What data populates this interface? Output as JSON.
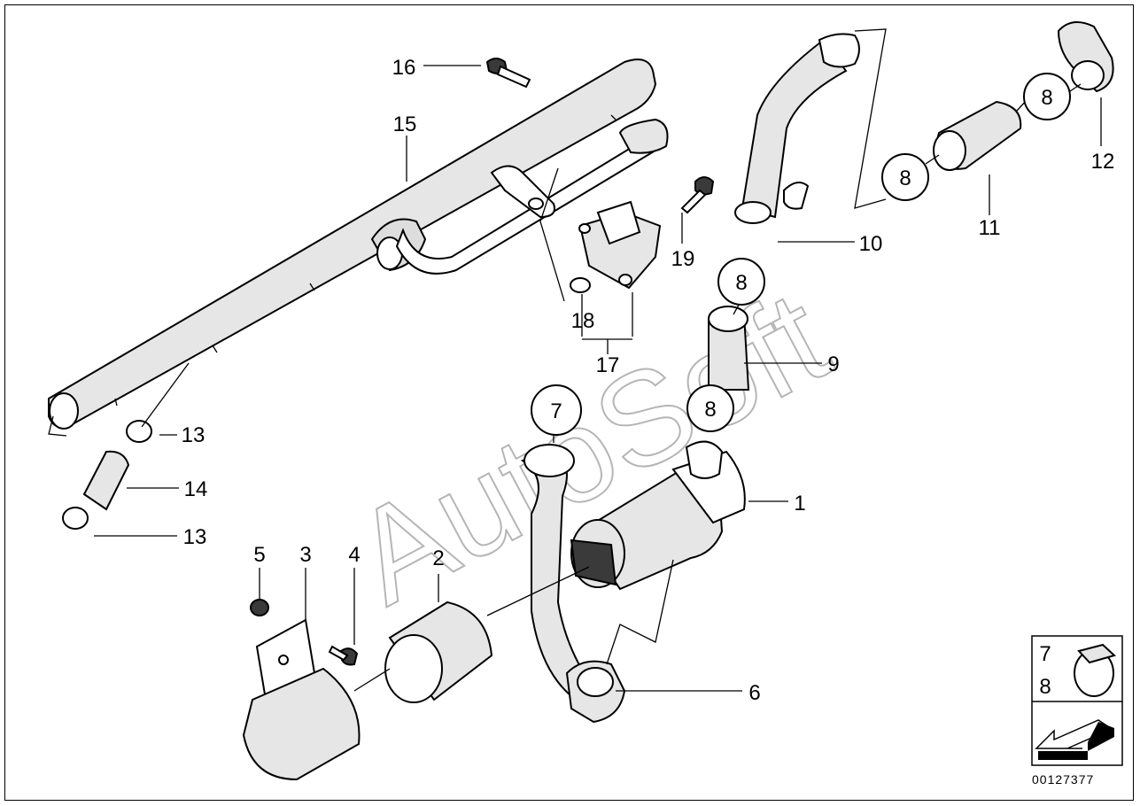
{
  "watermark": "AutoSoft",
  "reference_number": "00127377",
  "callouts": {
    "c1": "1",
    "c2": "2",
    "c3": "3",
    "c4": "4",
    "c5": "5",
    "c6": "6",
    "c7": "7",
    "c8a": "8",
    "c8b": "8",
    "c8c": "8",
    "c8d": "8",
    "c9": "9",
    "c10": "10",
    "c11": "11",
    "c12": "12",
    "c13a": "13",
    "c13b": "13",
    "c14": "14",
    "c15": "15",
    "c16": "16",
    "c17": "17",
    "c18": "18",
    "c19": "19"
  },
  "legend_box": {
    "label_top": "7",
    "label_bottom": "8"
  }
}
